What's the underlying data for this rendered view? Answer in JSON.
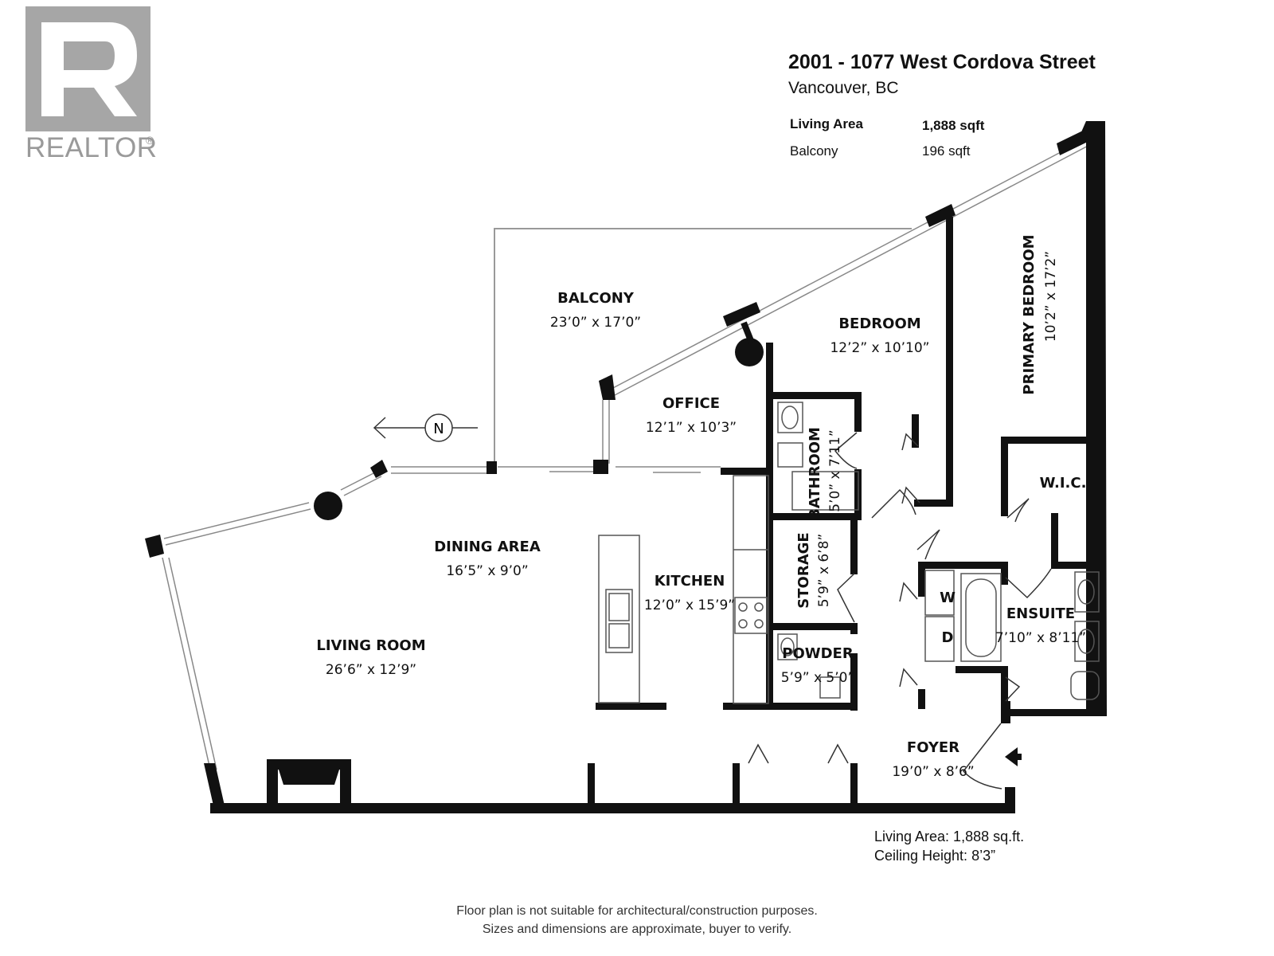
{
  "logo": {
    "text": "REALTOR",
    "registered": "®"
  },
  "header": {
    "title": "2001 - 1077 West Cordova Street",
    "subtitle": "Vancouver, BC"
  },
  "areas": {
    "living_label": "Living Area",
    "living_value": "1,888 sqft",
    "balcony_label": "Balcony",
    "balcony_value": "196 sqft"
  },
  "compass": {
    "letter": "N"
  },
  "rooms": {
    "balcony": {
      "name": "BALCONY",
      "dims": "23’0” x 17’0”"
    },
    "bedroom": {
      "name": "BEDROOM",
      "dims": "12’2” x 10’10”"
    },
    "primary_bedroom": {
      "name": "PRIMARY BEDROOM",
      "dims": "10’2” x 17’2”"
    },
    "office": {
      "name": "OFFICE",
      "dims": "12’1” x 10’3”"
    },
    "bathroom": {
      "name": "BATHROOM",
      "dims": "5’0” x 7’11”"
    },
    "wic": {
      "name": "W.I.C."
    },
    "dining": {
      "name": "DINING AREA",
      "dims": "16’5” x 9’0”"
    },
    "kitchen": {
      "name": "KITCHEN",
      "dims": "12’0” x 15’9”"
    },
    "storage": {
      "name": "STORAGE",
      "dims": "5’9” x 6’8”"
    },
    "living": {
      "name": "LIVING ROOM",
      "dims": "26’6” x 12’9”"
    },
    "powder": {
      "name": "POWDER",
      "dims": "5’9” x 5’0”"
    },
    "ensuite": {
      "name": "ENSUITE",
      "dims": "7’10” x 8’11”"
    },
    "foyer": {
      "name": "FOYER",
      "dims": "19’0” x 8’6”"
    }
  },
  "appliances": {
    "washer": "W",
    "dryer": "D"
  },
  "notes": {
    "living_area": "Living Area: 1,888 sq.ft.",
    "ceiling": "Ceiling Height: 8’3”",
    "disclaimer1": "Floor plan is not suitable for architectural/construction purposes.",
    "disclaimer2": "Sizes and dimensions are approximate, buyer to verify."
  }
}
